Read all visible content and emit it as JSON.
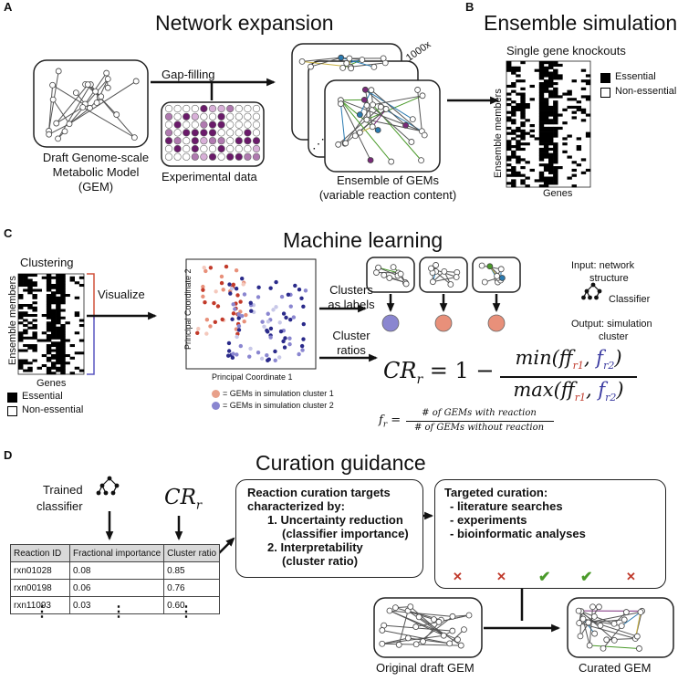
{
  "panelA": {
    "letter": "A",
    "title": "Network expansion",
    "gapfill_label": "Gap-filling",
    "draft_label": [
      "Draft Genome-scale",
      "Metabolic Model",
      "(GEM)"
    ],
    "experimental_label": "Experimental data",
    "ensemble_label": [
      "Ensemble of GEMs",
      "(variable reaction content)"
    ],
    "count_label": "1000x"
  },
  "panelB": {
    "letter": "B",
    "title": "Ensemble simulations",
    "subtitle": "Single gene knockouts",
    "yaxis": "Ensemble members",
    "xaxis": "Genes",
    "legend": [
      "Essential",
      "Non-essential"
    ]
  },
  "panelC": {
    "letter": "C",
    "title": "Machine learning",
    "clustering_label": "Clustering",
    "yaxis": "Ensemble members",
    "xaxis": "Genes",
    "legend": [
      "Essential",
      "Non-essential"
    ],
    "visualize_label": "Visualize",
    "pc1": "Principal Coordinate 1",
    "pc2": "Principal Coordinate 2",
    "pca_legend": [
      "= GEMs in simulation cluster 1",
      "= GEMs in simulation cluster 2"
    ],
    "clusters_label": [
      "Clusters",
      "as labels"
    ],
    "ratios_label": [
      "Cluster",
      "ratios"
    ],
    "input_label": [
      "Input: network",
      "structure"
    ],
    "classifier_label": "Classifier",
    "output_label": [
      "Output: simulation",
      "cluster"
    ],
    "cr_lhs": "CR",
    "cr_sub": "r",
    "cr_rhs": "= 1 −",
    "cr_num": "min(f",
    "cr_den": "max(f",
    "fr_lhs": "f",
    "fr_sub": "r",
    "fr_eq": "=",
    "fr_num": "# of GEMs with reaction",
    "fr_den": "# of GEMs without reaction"
  },
  "panelD": {
    "letter": "D",
    "title": "Curation guidance",
    "trained_label": [
      "Trained",
      "classifier"
    ],
    "cr_symbol": "CR",
    "cr_sub": "r",
    "targets_box": [
      "Reaction curation targets",
      "characterized by:",
      "1. Uncertainty reduction",
      "(classifier importance)",
      "2. Interpretability",
      "(cluster ratio)"
    ],
    "targeted_box": [
      "Targeted curation:",
      "- literature searches",
      "- experiments",
      "- bioinformatic analyses"
    ],
    "table_headers": [
      "Reaction ID",
      "Fractional importance",
      "Cluster ratio"
    ],
    "table_rows": [
      [
        "rxn01028",
        "0.08",
        "0.85"
      ],
      [
        "rxn00198",
        "0.06",
        "0.76"
      ],
      [
        "rxn11093",
        "0.03",
        "0.60"
      ]
    ],
    "ellipsis": "⋮",
    "original_label": "Original draft GEM",
    "curated_label": "Curated GEM",
    "marks": [
      "✕",
      "✕",
      "✔",
      "✔",
      "✕"
    ]
  },
  "colors": {
    "cluster1": "#e8826a",
    "cluster2": "#6a66c8",
    "red": "#c0392b",
    "green": "#4a9a2a",
    "purple": "#7a2a7a"
  }
}
